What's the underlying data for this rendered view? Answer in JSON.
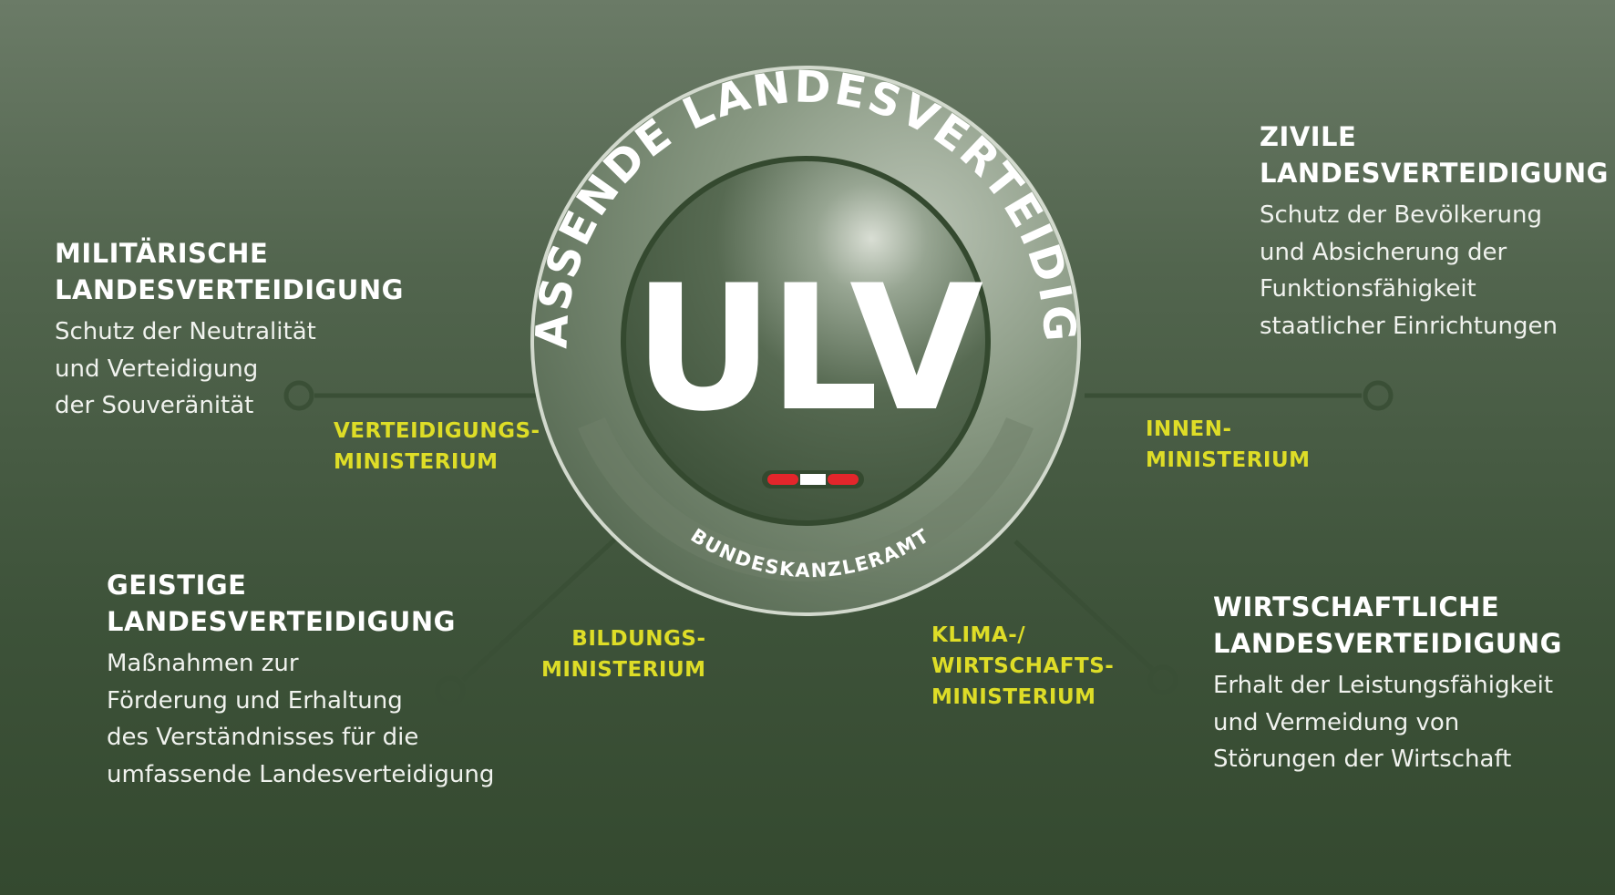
{
  "center": {
    "ring_text": "UMFASSENDE LANDESVERTEIDIGUNG",
    "logo": "ULV",
    "bottom_label": "BUNDESKANZLERAMT"
  },
  "blocks": {
    "military": {
      "title": [
        "MILITÄRISCHE",
        "LANDESVERTEIDIGUNG"
      ],
      "desc": [
        "Schutz der Neutralität",
        "und Verteidigung",
        "der Souveränität"
      ]
    },
    "civil": {
      "title": [
        "ZIVILE",
        "LANDESVERTEIDIGUNG"
      ],
      "desc": [
        "Schutz der Bevölkerung",
        "und Absicherung der",
        "Funktionsfähigkeit",
        "staatlicher Einrichtungen"
      ]
    },
    "spiritual": {
      "title": [
        "GEISTIGE",
        "LANDESVERTEIDIGUNG"
      ],
      "desc": [
        "Maßnahmen zur",
        "Förderung und Erhaltung",
        "des Verständnisses für die",
        "umfassende Landesverteidigung"
      ]
    },
    "economic": {
      "title": [
        "WIRTSCHAFTLICHE",
        "LANDESVERTEIDIGUNG"
      ],
      "desc": [
        "Erhalt der Leistungsfähigkeit",
        "und Vermeidung von",
        "Störungen der Wirtschaft"
      ]
    }
  },
  "ministries": {
    "defense": [
      "VERTEIDIGUNGS-",
      "MINISTERIUM"
    ],
    "interior": [
      "INNEN-",
      "MINISTERIUM"
    ],
    "education": [
      "BILDUNGS-",
      "MINISTERIUM"
    ],
    "economy": [
      "KLIMA-/",
      "WIRTSCHAFTS-",
      "MINISTERIUM"
    ]
  },
  "colors": {
    "accent_yellow": "#dedd27",
    "flag_red": "#e3262b",
    "flag_white": "#ffffff",
    "connector": "#3a4f36"
  }
}
